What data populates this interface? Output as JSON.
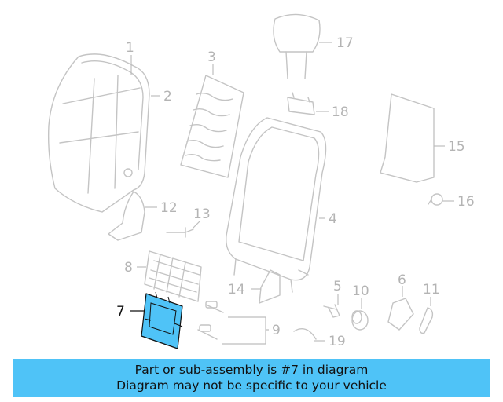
{
  "callouts": {
    "c1": "1",
    "c2": "2",
    "c3": "3",
    "c4": "4",
    "c5": "5",
    "c6": "6",
    "c7": "7",
    "c8": "8",
    "c9": "9",
    "c10": "10",
    "c11": "11",
    "c12": "12",
    "c13": "13",
    "c14": "14",
    "c15": "15",
    "c16": "16",
    "c17": "17",
    "c18": "18",
    "c19": "19"
  },
  "highlight": {
    "part": "7",
    "fill_color": "#4fc3f7"
  },
  "banner": {
    "line1": "Part or sub-assembly is #7 in diagram",
    "line2": "Diagram may not be specific to your vehicle",
    "color": "#4fc3f7"
  }
}
